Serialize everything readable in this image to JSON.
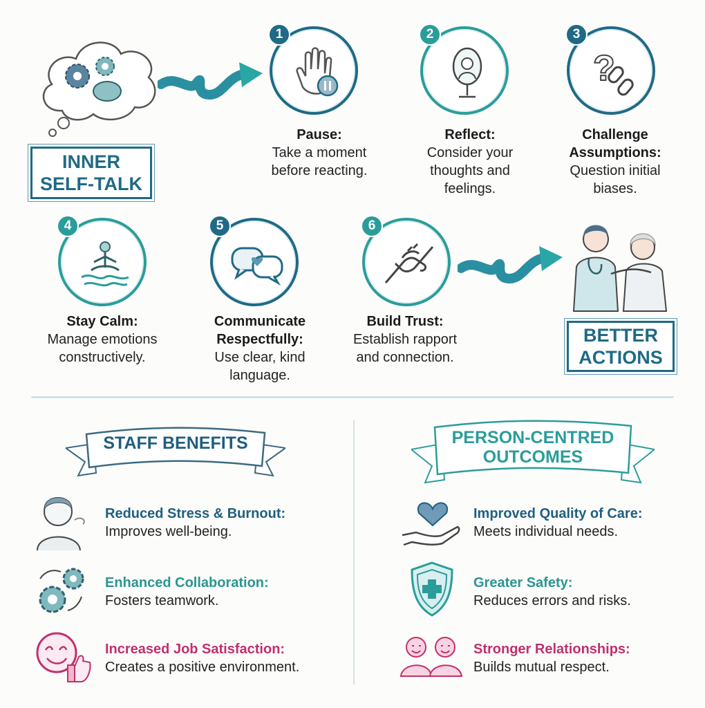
{
  "start": {
    "label_line1": "INNER",
    "label_line2": "SELF-TALK"
  },
  "steps": [
    {
      "number": "1",
      "title": "Pause:",
      "desc": [
        "Take a moment",
        "before reacting."
      ],
      "icon": "hand-pause-icon"
    },
    {
      "number": "2",
      "title": "Reflect:",
      "desc": [
        "Consider your",
        "thoughts and",
        "feelings."
      ],
      "icon": "mirror-icon"
    },
    {
      "number": "3",
      "title": "Challenge",
      "title2": "Assumptions:",
      "desc": [
        "Question initial",
        "biases."
      ],
      "icon": "question-broken-link-icon"
    },
    {
      "number": "4",
      "title": "Stay Calm:",
      "desc": [
        "Manage emotions",
        "constructively."
      ],
      "icon": "meditation-icon"
    },
    {
      "number": "5",
      "title": "Communicate",
      "title2": "Respectfully:",
      "desc": [
        "Use clear, kind",
        "language."
      ],
      "icon": "speech-bubbles-heart-icon"
    },
    {
      "number": "6",
      "title": "Build Trust:",
      "desc": [
        "Establish rapport",
        "and connection."
      ],
      "icon": "handshake-icon"
    }
  ],
  "end": {
    "label_line1": "BETTER",
    "label_line2": "ACTIONS"
  },
  "staff_benefits": {
    "heading": "STAFF BENEFITS",
    "items": [
      {
        "title": "Reduced Stress & Burnout:",
        "desc": "Improves well-being.",
        "color": "#1f5f7f",
        "icon": "relieved-person-icon"
      },
      {
        "title": "Enhanced Collaboration:",
        "desc": "Fosters teamwork.",
        "color": "#2a9590",
        "icon": "gears-cycle-icon"
      },
      {
        "title": "Increased Job Satisfaction:",
        "desc": "Creates a positive environment.",
        "color": "#c0306c",
        "icon": "smiley-thumbs-up-icon"
      }
    ]
  },
  "person_outcomes": {
    "heading_line1": "PERSON-CENTRED",
    "heading_line2": "OUTCOMES",
    "items": [
      {
        "title": "Improved Quality of Care:",
        "desc": "Meets individual needs.",
        "color": "#1f5f7f",
        "icon": "heart-hand-icon"
      },
      {
        "title": "Greater Safety:",
        "desc": "Reduces errors and risks.",
        "color": "#2a9590",
        "icon": "shield-cross-icon"
      },
      {
        "title": "Stronger Relationships:",
        "desc": "Builds mutual respect.",
        "color": "#c0306c",
        "icon": "two-people-icon"
      }
    ]
  },
  "colors": {
    "dark_blue": "#1f6a86",
    "teal": "#2a9d9a",
    "pink": "#c0306c"
  }
}
